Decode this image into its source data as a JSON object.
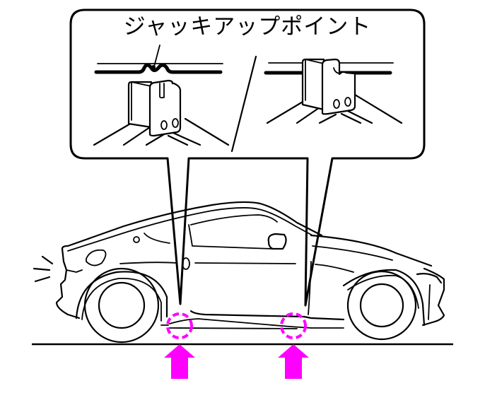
{
  "callout": {
    "title": "ジャッキアップポイント",
    "panels": [
      {
        "name": "rear-jack-point-detail"
      },
      {
        "name": "front-jack-point-detail"
      }
    ]
  },
  "jack_points": [
    {
      "name": "rear-jack-point",
      "position": "rear"
    },
    {
      "name": "front-jack-point",
      "position": "front"
    }
  ],
  "colors": {
    "line": "#000000",
    "highlight": "#ff00ff",
    "background": "#ffffff"
  }
}
